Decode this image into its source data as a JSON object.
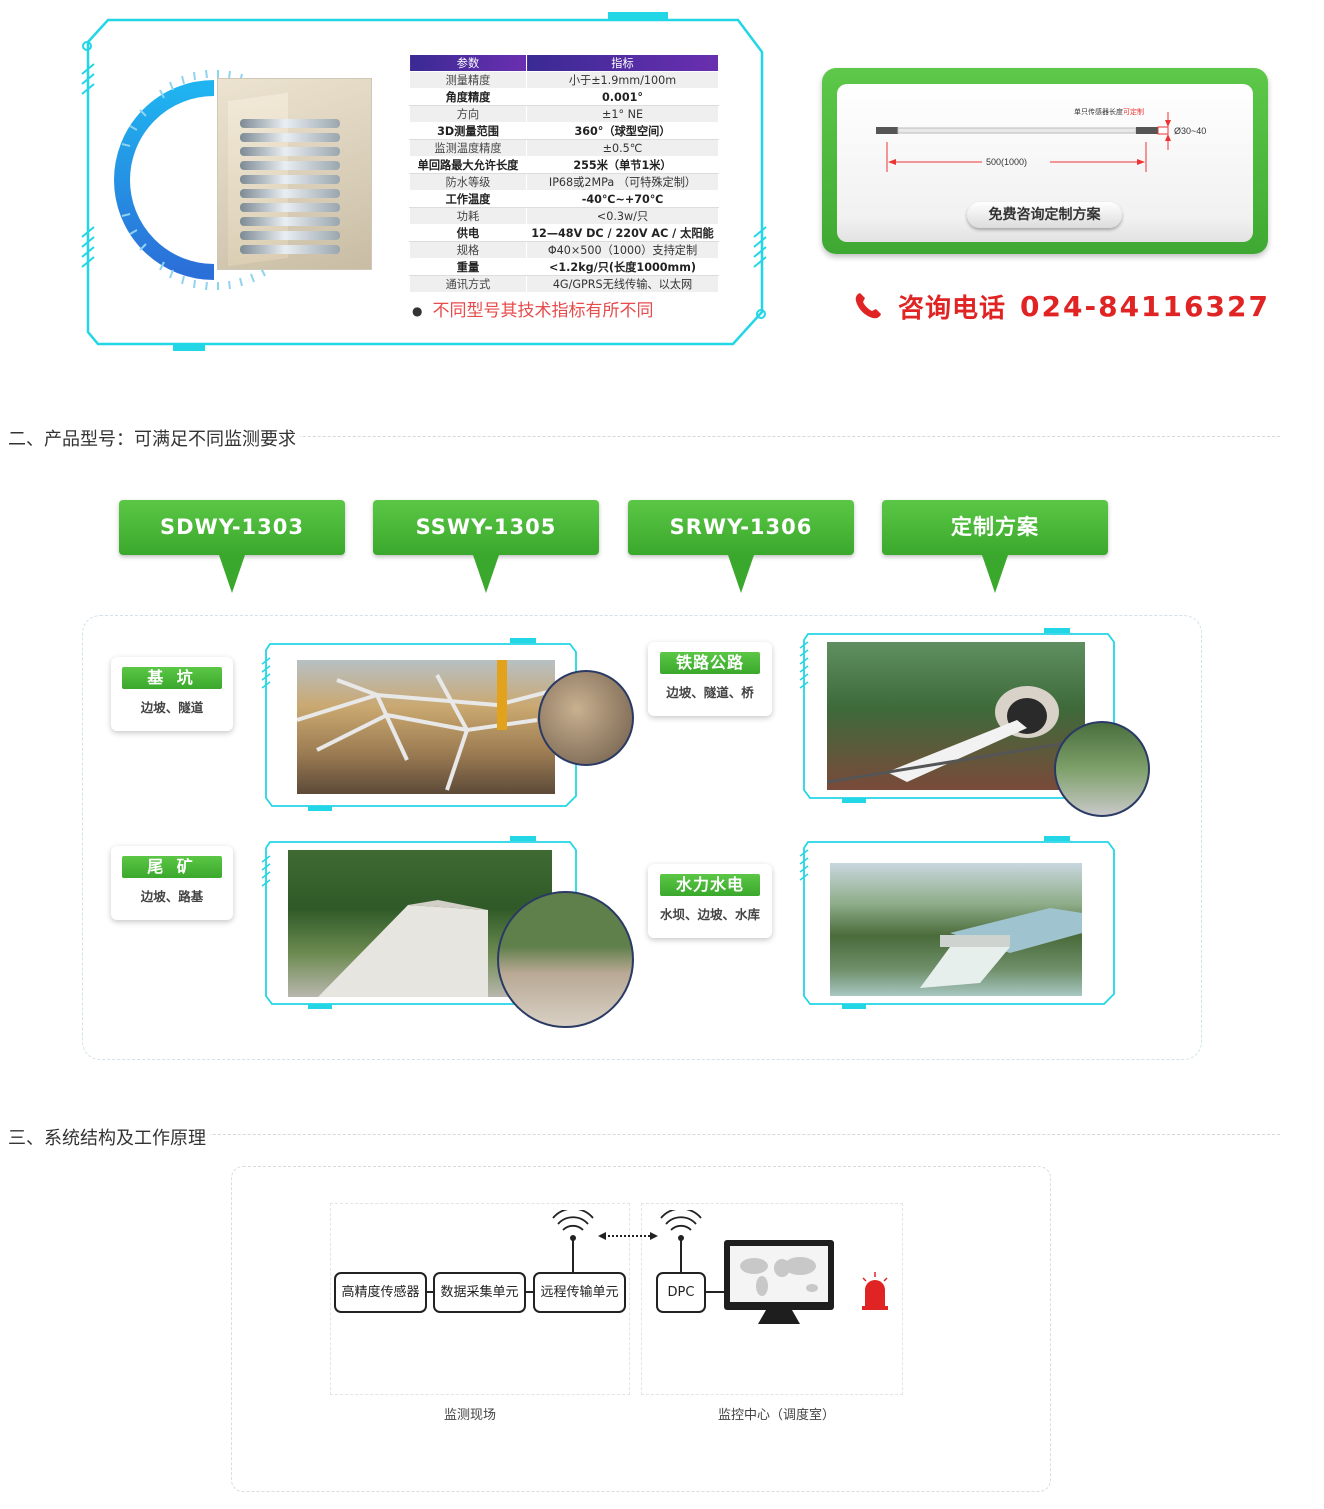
{
  "spec_table": {
    "header": {
      "param": "参数",
      "value": "指标"
    },
    "rows": [
      {
        "param": "测量精度",
        "value": "小于±1.9mm/100m",
        "bold": false
      },
      {
        "param": "角度精度",
        "value": "0.001°",
        "bold": true
      },
      {
        "param": "方向",
        "value": "±1° NE",
        "bold": false
      },
      {
        "param": "3D测量范围",
        "value": "360°（球型空间）",
        "bold": true
      },
      {
        "param": "监测温度精度",
        "value": "±0.5℃",
        "bold": false
      },
      {
        "param": "单回路最大允许长度",
        "value": "255米（单节1米）",
        "bold": true
      },
      {
        "param": "防水等级",
        "value": "IP68或2MPa （可特殊定制）",
        "bold": false
      },
      {
        "param": "工作温度",
        "value": "-40℃~+70℃",
        "bold": true
      },
      {
        "param": "功耗",
        "value": "<0.3w/只",
        "bold": false
      },
      {
        "param": "供电",
        "value": "12—48V DC / 220V AC / 太阳能",
        "bold": true
      },
      {
        "param": "规格",
        "value": "Φ40×500（1000）支持定制",
        "bold": false
      },
      {
        "param": "重量",
        "value": "<1.2kg/只(长度1000mm)",
        "bold": true
      },
      {
        "param": "通讯方式",
        "value": "4G/GPRS无线传输、以太网",
        "bold": false
      }
    ],
    "note": "不同型号其技术指标有所不同"
  },
  "sensor_card": {
    "length_label": "单只传感器长度",
    "custom_label": "可定制",
    "diameter_label": "Ø30~40",
    "span_label": "500(1000)",
    "consult_button": "免费咨询定制方案"
  },
  "phone": {
    "label": "咨询电话",
    "number": "024-84116327"
  },
  "section2": {
    "title": "二、产品型号：可满足不同监测要求",
    "models": [
      "SDWY-1303",
      "SSWY-1305",
      "SRWY-1306",
      "定制方案"
    ],
    "applications": [
      {
        "tag": "基 坑",
        "sub": "边坡、隧道"
      },
      {
        "tag": "尾 矿",
        "sub": "边坡、路基"
      },
      {
        "tag": "铁路公路",
        "sub": "边坡、隧道、桥"
      },
      {
        "tag": "水力水电",
        "sub": "水坝、边坡、水库"
      }
    ]
  },
  "section3": {
    "title": "三、系统结构及工作原理",
    "nodes": [
      "高精度传感器",
      "数据采集单元",
      "远程传输单元",
      "DPC"
    ],
    "zones": [
      "监测现场",
      "监控中心（调度室）"
    ]
  },
  "colors": {
    "green": "#3aa82c",
    "cyan": "#22d6e6",
    "red": "#e02424",
    "purple": "#4a2da0"
  }
}
